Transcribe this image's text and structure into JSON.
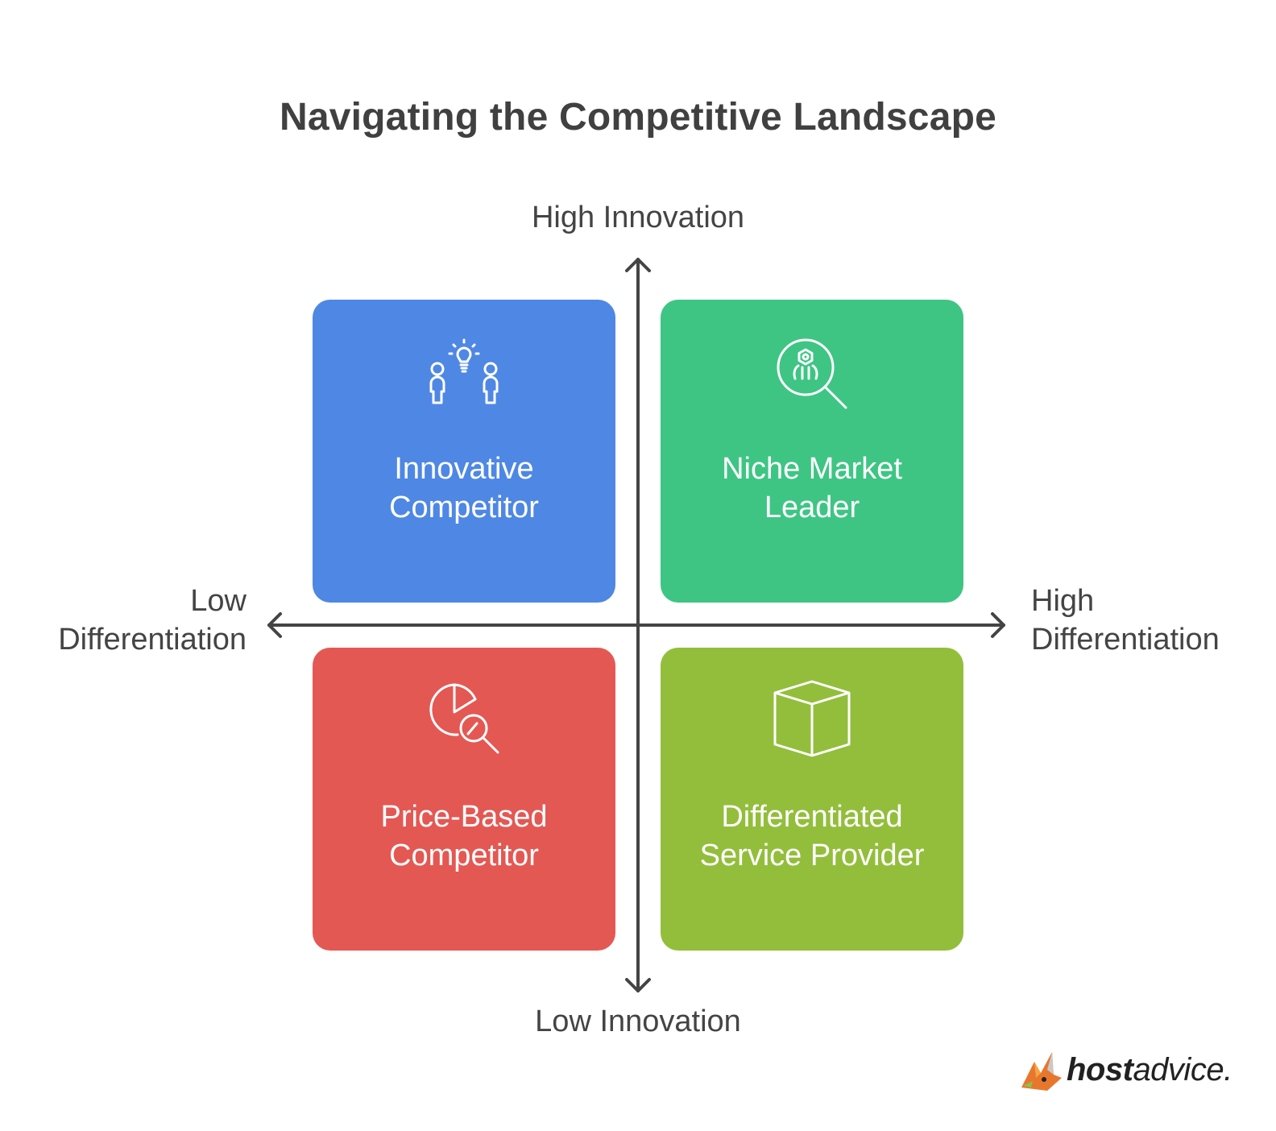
{
  "title": "Navigating the Competitive Landscape",
  "axes": {
    "top": "High Innovation",
    "bottom": "Low Innovation",
    "left": [
      "Low",
      "Differentiation"
    ],
    "right": [
      "High",
      "Differentiation"
    ],
    "color": "#444444"
  },
  "quadrants": [
    {
      "label": [
        "Innovative",
        "Competitor"
      ],
      "color": "#4F87E4",
      "icon": "people-idea-icon"
    },
    {
      "label": [
        "Niche Market",
        "Leader"
      ],
      "color": "#3EC584",
      "icon": "search-target-icon"
    },
    {
      "label": [
        "Price-Based",
        "Competitor"
      ],
      "color": "#E45853",
      "icon": "chart-analysis-icon"
    },
    {
      "label": [
        "Differentiated",
        "Service Provider"
      ],
      "color": "#93BE3C",
      "icon": "box-icon"
    }
  ],
  "brand": {
    "bold": "host",
    "regular": "advice."
  }
}
